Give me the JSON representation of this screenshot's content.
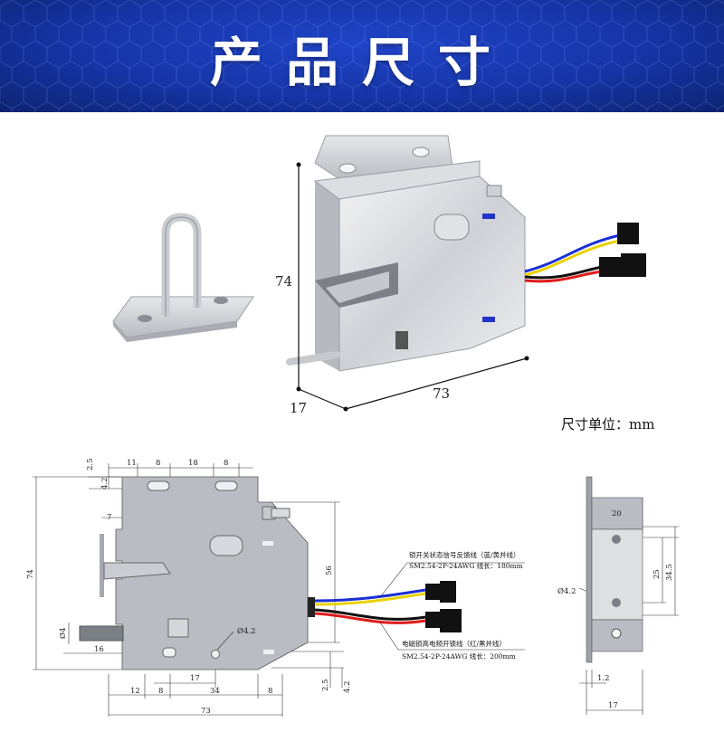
{
  "banner": {
    "title": "产品尺寸"
  },
  "unit_note": "尺寸单位：mm",
  "photo_dims": {
    "height": "74",
    "width": "73",
    "depth": "17"
  },
  "front_dims": {
    "top_2_5": "2.5",
    "top_4_2": "4.2",
    "top_11": "11",
    "top_8a": "8",
    "top_18": "18",
    "top_8b": "8",
    "left_7": "7",
    "left_74": "74",
    "left_4": "Ø4",
    "left_16": "16",
    "right_56": "56",
    "hole": "Ø4.2",
    "bottom_17": "17",
    "bottom_12": "12",
    "bottom_8a": "8",
    "bottom_34": "34",
    "bottom_8b": "8",
    "bottom_73": "73",
    "bottom_2_5": "2.5",
    "bottom_4_2": "4.2"
  },
  "wire_notes": {
    "feedback_title": "锁开关状态信号反馈线（蓝/黄并线）",
    "feedback_spec": "SM2.54-2P-24AWG  线长：180mm",
    "power_title": "电磁锁高电频开锁线（红/黑并线）",
    "power_spec": "SM2.54-2P-24AWG  线长：200mm"
  },
  "side_dims": {
    "top_20": "20",
    "inner_25": "25",
    "outer_34_5": "34.5",
    "hole": "Ø4.2",
    "bottom_1_2": "1.2",
    "bottom_17": "17"
  },
  "colors": {
    "banner": "#1634a6",
    "wire_blue": "#1a2fd6",
    "wire_yellow": "#e8d200",
    "wire_red": "#e01b1b",
    "wire_black": "#111111"
  }
}
